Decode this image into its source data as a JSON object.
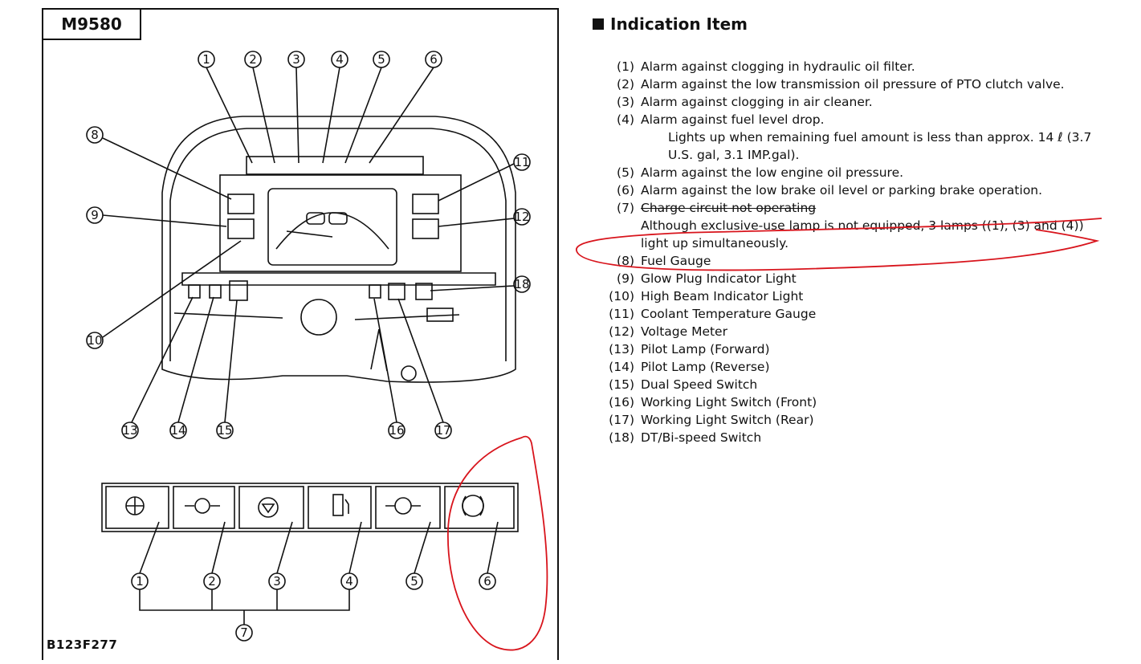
{
  "figure": {
    "model": "M9580",
    "code": "B123F277",
    "callouts_top": [
      "1",
      "2",
      "3",
      "4",
      "5",
      "6"
    ],
    "callouts_left": [
      "8",
      "9",
      "10"
    ],
    "callouts_right": [
      "11",
      "12",
      "18"
    ],
    "callouts_bottom": [
      "13",
      "14",
      "15",
      "16",
      "17"
    ],
    "lamp_labels": [
      "1",
      "2",
      "3",
      "4",
      "5",
      "6"
    ],
    "group_label": "7"
  },
  "section": {
    "heading": "Indication Item",
    "items": [
      {
        "num": "(1)",
        "text": "Alarm against clogging in hydraulic oil filter."
      },
      {
        "num": "(2)",
        "text": "Alarm against the low transmission oil pressure of PTO clutch valve."
      },
      {
        "num": "(3)",
        "text": "Alarm against clogging in air cleaner."
      },
      {
        "num": "(4)",
        "text": "Alarm against fuel level drop.",
        "note": "Lights up when remaining fuel amount is less than approx. 14 ℓ (3.7 U.S. gal, 3.1 IMP.gal)."
      },
      {
        "num": "(5)",
        "text": "Alarm against the low engine oil pressure."
      },
      {
        "num": "(6)",
        "text": "Alarm against the low brake oil level or parking brake operation."
      },
      {
        "num": "(7)",
        "text": "Charge circuit not operating",
        "note": "Although exclusive-use lamp is not equipped, 3 lamps ((1), (3) and (4)) light up simultaneously."
      },
      {
        "num": "(8)",
        "text": "Fuel Gauge"
      },
      {
        "num": "(9)",
        "text": "Glow Plug Indicator Light"
      },
      {
        "num": "(10)",
        "text": "High Beam Indicator Light"
      },
      {
        "num": "(11)",
        "text": "Coolant Temperature Gauge"
      },
      {
        "num": "(12)",
        "text": "Voltage Meter"
      },
      {
        "num": "(13)",
        "text": "Pilot Lamp (Forward)"
      },
      {
        "num": "(14)",
        "text": "Pilot Lamp (Reverse)"
      },
      {
        "num": "(15)",
        "text": "Dual Speed Switch"
      },
      {
        "num": "(16)",
        "text": "Working Light Switch (Front)"
      },
      {
        "num": "(17)",
        "text": "Working Light Switch (Rear)"
      },
      {
        "num": "(18)",
        "text": "DT/Bi-speed Switch"
      }
    ]
  },
  "annotation_color": "#d8141c"
}
